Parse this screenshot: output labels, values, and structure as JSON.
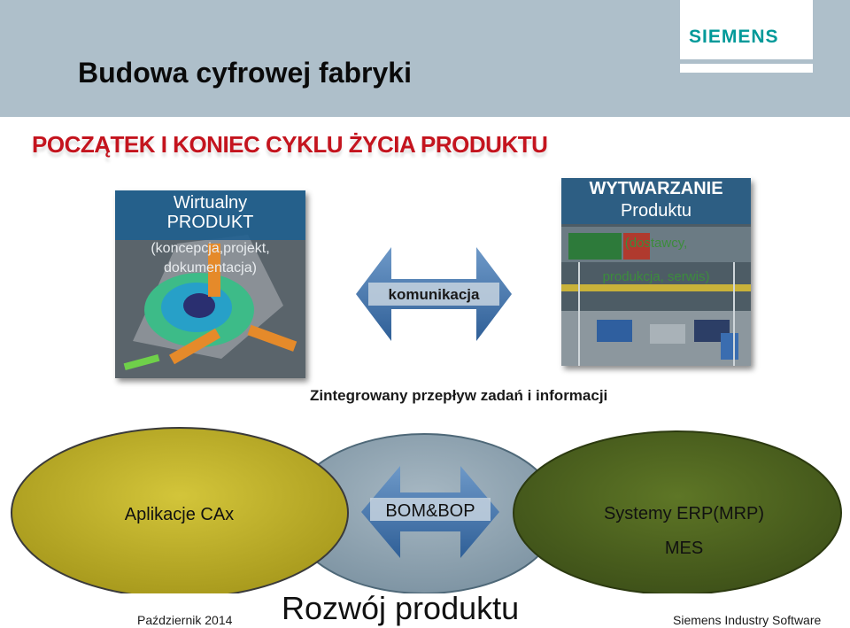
{
  "header": {
    "title": "Budowa cyfrowej fabryki",
    "logo": "SIEMENS"
  },
  "subtitle": "POCZĄTEK I KONIEC CYKLU ŻYCIA PRODUKTU",
  "left_panel": {
    "line1": "Wirtualny",
    "line2": "PRODUKT",
    "line3": "(koncepcja,projekt,",
    "line4": "dokumentacja)"
  },
  "right_panel": {
    "line1": "WYTWARZANIE",
    "line2": "Produktu",
    "line3": "(dostawcy,",
    "line4": "produkcja, serwis)"
  },
  "center_arrow": {
    "label": "komunikacja"
  },
  "flow_text": "Zintegrowany przepływ zadań i informacji",
  "ellipses": {
    "left": {
      "label": "Aplikacje CAx"
    },
    "middle": {
      "label": "BOM&BOP"
    },
    "right": {
      "label1": "Systemy ERP(MRP)",
      "label2": "MES"
    }
  },
  "footer": {
    "date": "Październik 2014",
    "center": "Rozwój produktu",
    "company": "Siemens Industry Software"
  },
  "colors": {
    "header_bg": "#aebfca",
    "logo": "#009999",
    "subtitle": "#c4141e",
    "arrow": "#3f72ad",
    "ellipse_left": "#c2b42b",
    "ellipse_mid": "#93a7b4",
    "ellipse_right": "#4f6420"
  }
}
